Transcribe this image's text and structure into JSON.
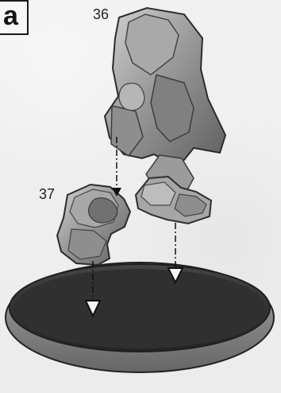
{
  "diagram": {
    "step_label": "a",
    "parts": {
      "upper": "36",
      "lower": "37"
    },
    "colors": {
      "background": "#efefef",
      "outline": "#1a1a1a",
      "base_top": "#2e2e2e",
      "base_rim": "#7b7b7b",
      "model_light": "#b8b8b8",
      "model_mid": "#8f8f8f",
      "model_dark": "#5a5a5a"
    },
    "icons": [
      "down-arrow-icon",
      "dashed-guide-line"
    ]
  }
}
